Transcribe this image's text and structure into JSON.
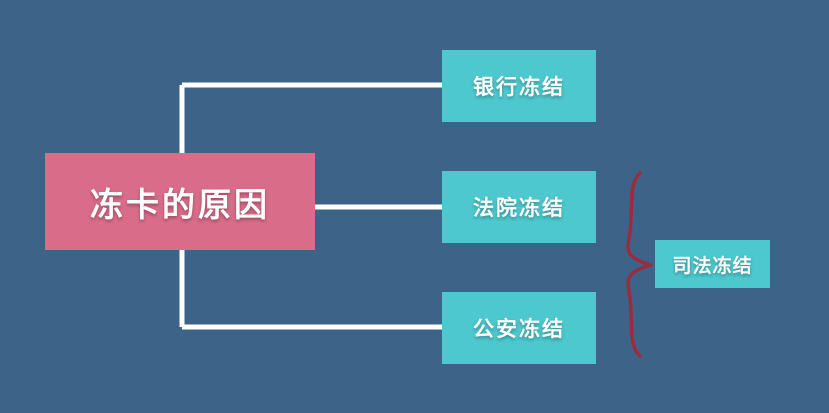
{
  "diagram": {
    "type": "mind-map",
    "title": "冻卡的原因",
    "background_color": "#3d6389",
    "root": {
      "label": "冻卡的原因",
      "color": "#d96c88",
      "text_color": "#ffffff"
    },
    "branches": [
      {
        "label": "银行冻结",
        "color": "#4dc8ce",
        "text_color": "#ffffff"
      },
      {
        "label": "法院冻结",
        "color": "#4dc8ce",
        "text_color": "#ffffff"
      },
      {
        "label": "公安冻结",
        "color": "#4dc8ce",
        "text_color": "#ffffff"
      }
    ],
    "group": {
      "label": "司法冻结",
      "color": "#4dc8ce",
      "text_color": "#ffffff",
      "brace_color": "#9b2c3e",
      "members": [
        "法院冻结",
        "公安冻结"
      ]
    },
    "connector_color": "#ffffff"
  }
}
